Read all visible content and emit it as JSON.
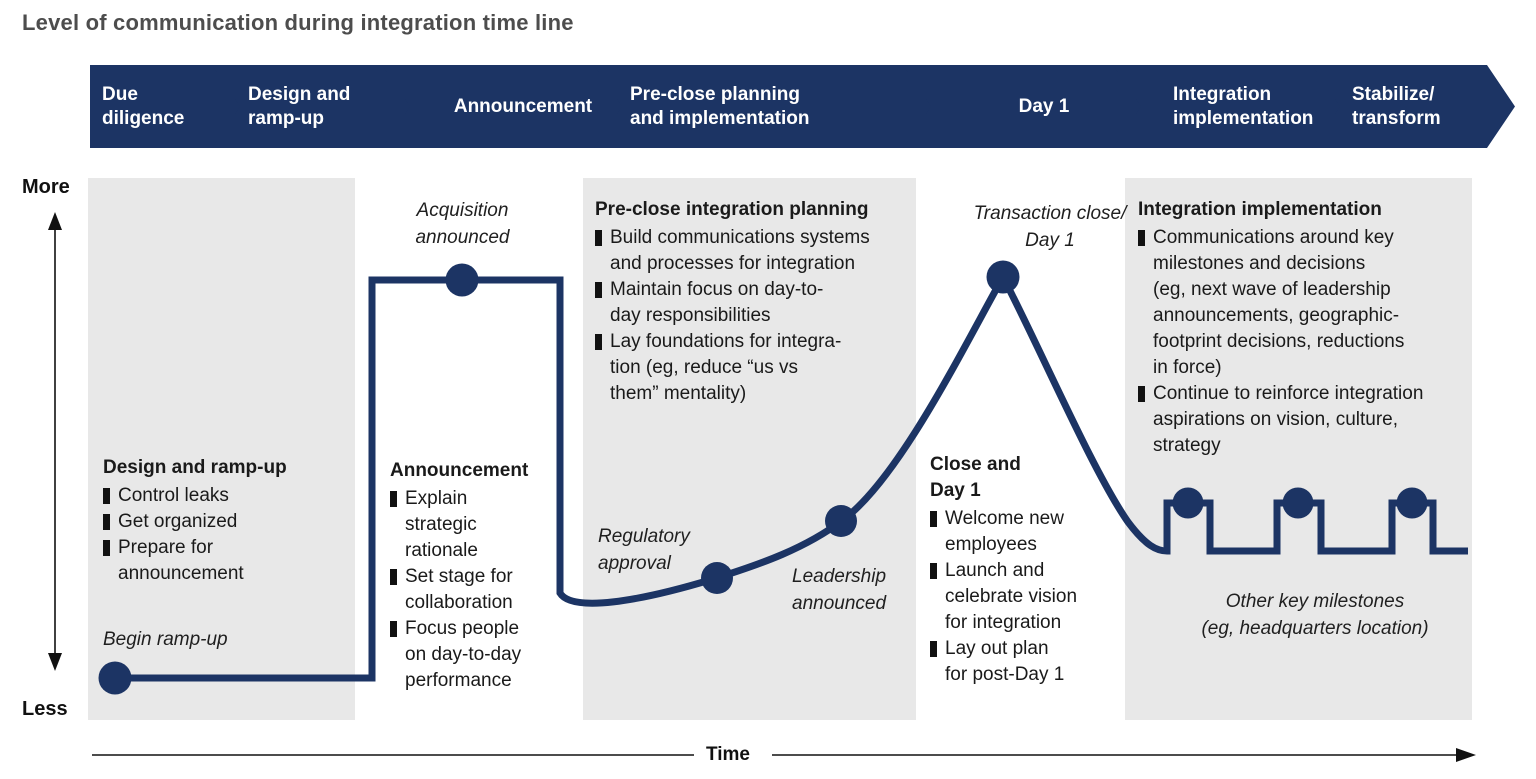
{
  "title": "Level of communication during integration time line",
  "colors": {
    "navy": "#1c3464",
    "panel_gray": "#e8e8e8",
    "title_gray": "#4d4d4d",
    "text": "#1a1a1a"
  },
  "timeline_phases": [
    "Due\ndiligence",
    "Design and\nramp-up",
    "Announcement",
    "Pre-close planning\nand implementation",
    "Day 1",
    "Integration\nimplementation",
    "Stabilize/\ntransform"
  ],
  "y_axis": {
    "top": "More",
    "bottom": "Less"
  },
  "x_axis": {
    "label": "Time"
  },
  "blocks": {
    "design": {
      "heading": "Design and ramp-up",
      "bullets": [
        "Control leaks",
        "Get organized",
        "Prepare for\nannouncement"
      ]
    },
    "announcement": {
      "heading": "Announcement",
      "bullets": [
        "Explain\nstrategic\nrationale",
        "Set stage for\ncollaboration",
        "Focus people\non day-to-day\nperformance"
      ]
    },
    "preclose": {
      "heading": "Pre-close integration planning",
      "bullets": [
        "Build communications systems\nand processes for integration",
        "Maintain focus on day-to-\nday responsibilities",
        "Lay foundations for integra-\ntion (eg, reduce “us vs\nthem” mentality)"
      ]
    },
    "close_day1": {
      "heading": "Close and\nDay 1",
      "bullets": [
        "Welcome new\nemployees",
        "Launch and\ncelebrate vision\nfor integration",
        "Lay out plan\nfor post-Day 1"
      ]
    },
    "integration": {
      "heading": "Integration implementation",
      "bullets": [
        "Communications around key\nmilestones and decisions\n(eg, next wave of leadership\nannouncements, geographic-\nfootprint decisions, reductions\nin force)",
        "Continue to reinforce integration\naspirations on vision, culture,\nstrategy"
      ]
    }
  },
  "milestones": {
    "begin_rampup": "Begin ramp-up",
    "acquisition": "Acquisition\nannounced",
    "regulatory": "Regulatory\napproval",
    "leadership": "Leadership\nannounced",
    "transaction": "Transaction close/\nDay 1",
    "other": "Other key milestones\n(eg, headquarters location)"
  }
}
